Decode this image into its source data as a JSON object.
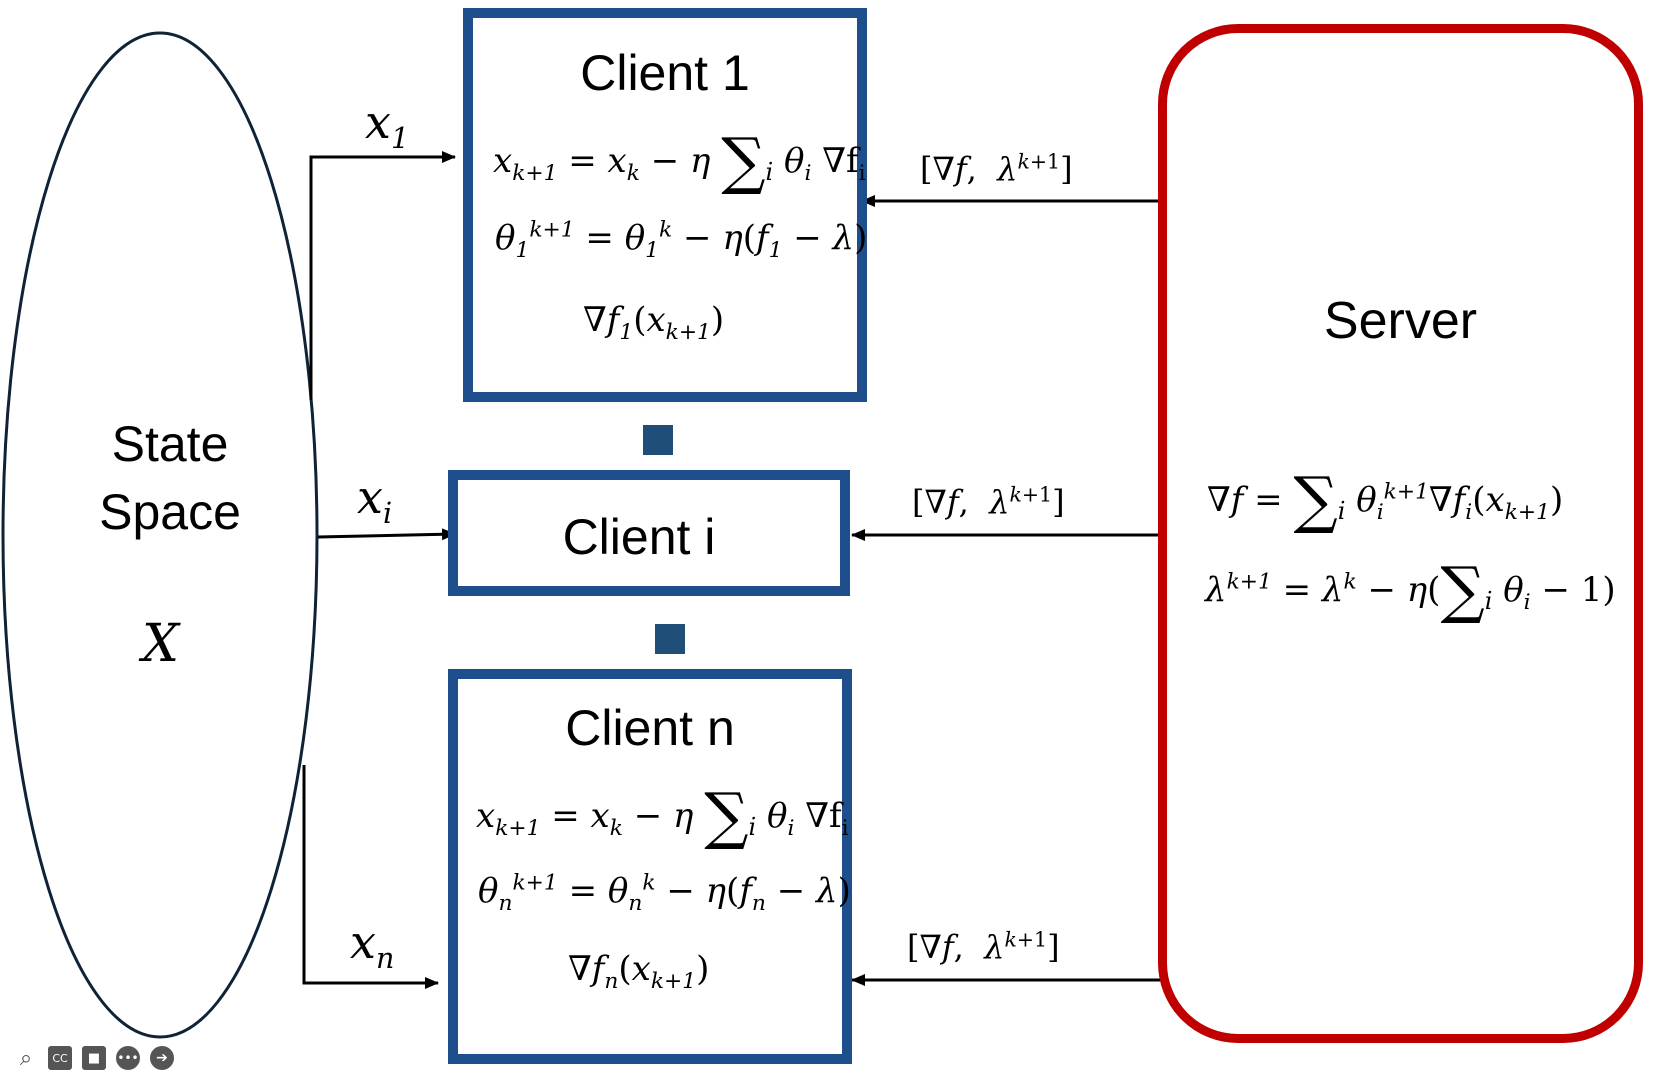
{
  "state_space": {
    "label_line1": "State",
    "label_line2": "Space",
    "symbol": "X"
  },
  "inputs": {
    "x1": "x",
    "x1_sub": "1",
    "xi": "x",
    "xi_sub": "i",
    "xn": "x",
    "xn_sub": "n"
  },
  "clients": {
    "client1": {
      "title": "Client 1",
      "eq1": "x_{k+1} = x_k − η Σ_i θ_i ∇f_i",
      "eq2": "θ_1^{k+1} = θ_1^k − η(f_1 − λ)",
      "eq3": "∇f_1(x_{k+1})"
    },
    "clienti": {
      "title": "Client i"
    },
    "clientn": {
      "title": "Client n",
      "eq1": "x_{k+1} = x_k − η Σ_i θ_i ∇f_i",
      "eq2": "θ_n^{k+1} = θ_n^k − η(f_n − λ)",
      "eq3": "∇f_n(x_{k+1})"
    }
  },
  "server": {
    "title": "Server",
    "eq1": "∇f = Σ_i θ_i^{k+1} ∇f_i(x_{k+1})",
    "eq2": "λ^{k+1} = λ^k − η(Σ_i θ_i − 1)"
  },
  "feedback_label": "[∇f, λ^{k+1}]",
  "colors": {
    "client_border": "#1f4e8c",
    "server_border": "#c00000",
    "ellipsis_square": "#1f4e79"
  },
  "toolbar": {
    "icons": [
      "search-icon",
      "cc-icon",
      "camera-icon",
      "more-icon",
      "next-icon"
    ]
  }
}
